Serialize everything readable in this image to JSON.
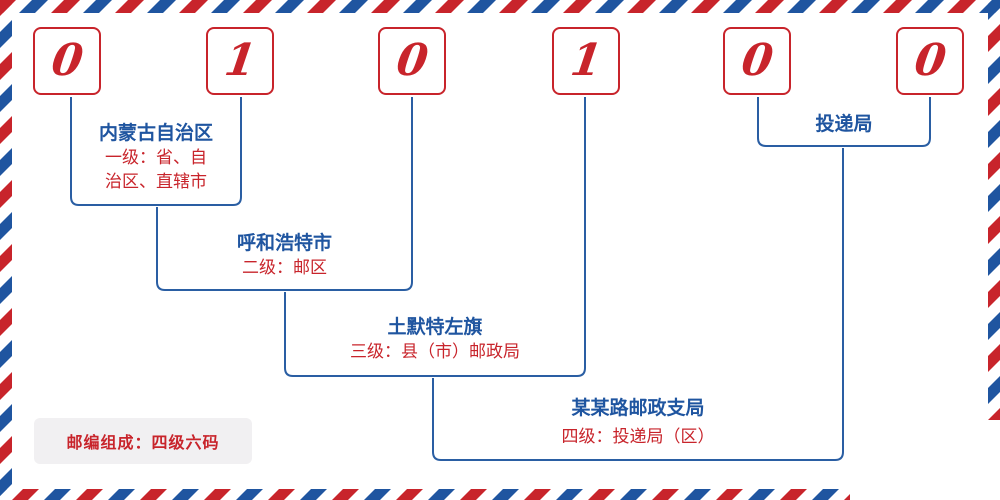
{
  "digits": [
    "0",
    "1",
    "0",
    "1",
    "0",
    "0"
  ],
  "levels": [
    {
      "title": "内蒙古自治区",
      "level_line1": "一级：省、自",
      "level_line2": "治区、直辖市"
    },
    {
      "title": "呼和浩特市",
      "level_line1": "二级：邮区"
    },
    {
      "title": "土默特左旗",
      "level_line1": "三级：县（市）邮政局"
    },
    {
      "title": "某某路邮政支局",
      "level_line1": "四级：投递局（区）"
    }
  ],
  "delivery": {
    "title": "投递局"
  },
  "legend": {
    "text": "邮编组成：四级六码"
  },
  "colors": {
    "red": "#c8242b",
    "blue": "#1f55a0"
  }
}
